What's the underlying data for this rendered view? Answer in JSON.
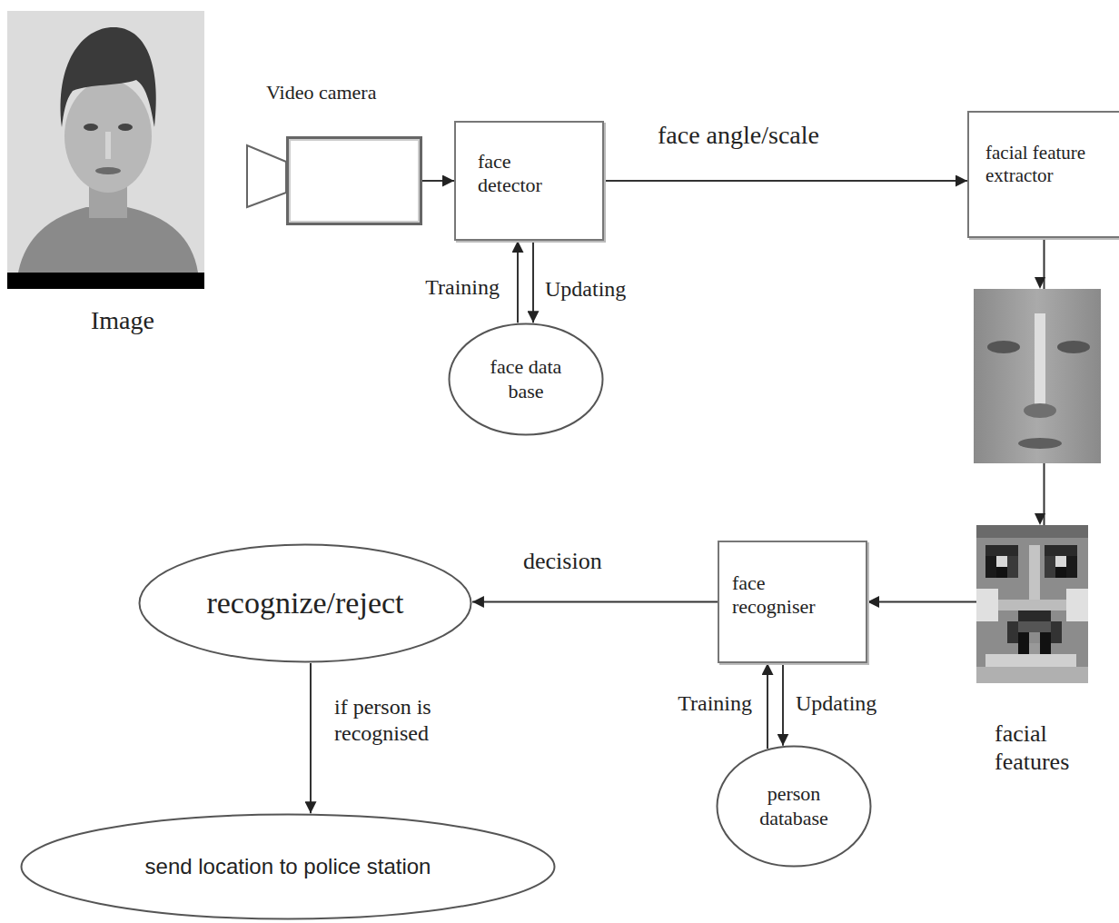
{
  "diagram": {
    "nodes": [
      {
        "text": [
          "Video camera"
        ]
      },
      {
        "text": [
          "face detector"
        ]
      },
      {
        "text": [
          "face data base"
        ]
      },
      {
        "text": [
          "facial feature extractor"
        ]
      },
      {
        "text": [
          "face recogniser"
        ]
      },
      {
        "text": [
          "person database"
        ]
      },
      {
        "text": [
          "recognize/reject"
        ]
      },
      {
        "text": [
          "send location to police station"
        ]
      }
    ],
    "edges": [
      {
        "from": 0,
        "to": 1,
        "arrow": "to"
      },
      {
        "from": 1,
        "to": 3,
        "label": "face angle/scale",
        "arrow": "to"
      },
      {
        "from": 2,
        "to": 1,
        "label": "Training",
        "arrow": "to"
      },
      {
        "from": 1,
        "to": 2,
        "label": "Updating",
        "arrow": "to"
      },
      {
        "from": 3,
        "to": 4,
        "arrow": "to"
      },
      {
        "from": 4,
        "to": 6,
        "label": "decision",
        "arrow": "to"
      },
      {
        "from": 5,
        "to": 4,
        "label": "Training",
        "arrow": "to"
      },
      {
        "from": 4,
        "to": 5,
        "label": "Updating",
        "arrow": "to"
      },
      {
        "from": 6,
        "to": 7,
        "label": "if person is recognised",
        "arrow": "to"
      }
    ],
    "labels": [
      "Image",
      "facial features"
    ]
  }
}
